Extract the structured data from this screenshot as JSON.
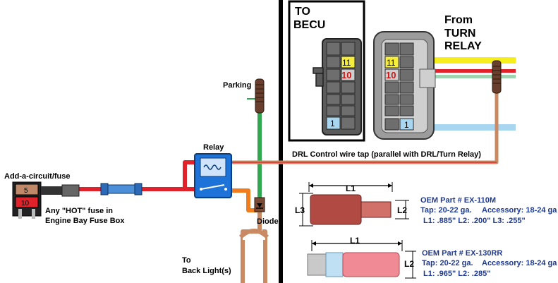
{
  "diagram": {
    "labels": {
      "becu_to": "TO",
      "becu": "BECU",
      "from": "From",
      "turn": "TURN",
      "relay_word": "RELAY",
      "parking": "Parking",
      "relay": "Relay",
      "add_circuit": "Add-a-circuit/fuse",
      "hot_fuse_line1": "Any \"HOT\" fuse in",
      "hot_fuse_line2": "Engine Bay Fuse Box",
      "diode": "Diode",
      "back_to": "To",
      "back_lights": "Back Light(s)",
      "drl_tap": "DRL Control wire tap (parallel with DRL/Turn Relay)"
    },
    "becu_connector": {
      "pin_top": "11",
      "pin_mid": "10",
      "pin_bottom": "1"
    },
    "turn_connector": {
      "pin_top": "11",
      "pin_mid": "10",
      "pin_bottom": "1"
    },
    "fuse": {
      "top": "5",
      "bottom": "10"
    },
    "parts": [
      {
        "part": "OEM Part # EX-110M",
        "tap": "Tap: 20-22 ga.",
        "accessory": "Accessory: 18-24 ga",
        "dims": "L1: .885\"   L2: .200\"   L3: .255\"",
        "l1": "L1",
        "l2": "L2",
        "l3": "L3"
      },
      {
        "part": "OEM Part # EX-130RR",
        "tap": "Tap: 20-22 ga.",
        "accessory": "Accessory: 18-24 ga",
        "dims": "L1: .965\"   L2: .285\"",
        "l1": "L1",
        "l2": "L2"
      }
    ],
    "colors": {
      "wire_red": "#e0232b",
      "wire_green": "#2fa84f",
      "wire_orange": "#f07c1e",
      "wire_tan": "#c98a63",
      "wire_yellow": "#f5ee1a",
      "wire_lightblue": "#a8d6f0",
      "relay_blue": "#1e73d8",
      "pin_yellow": "#f7ee3a",
      "pin_blue": "#a8d6f0",
      "spec_text": "#1f3a93"
    }
  }
}
